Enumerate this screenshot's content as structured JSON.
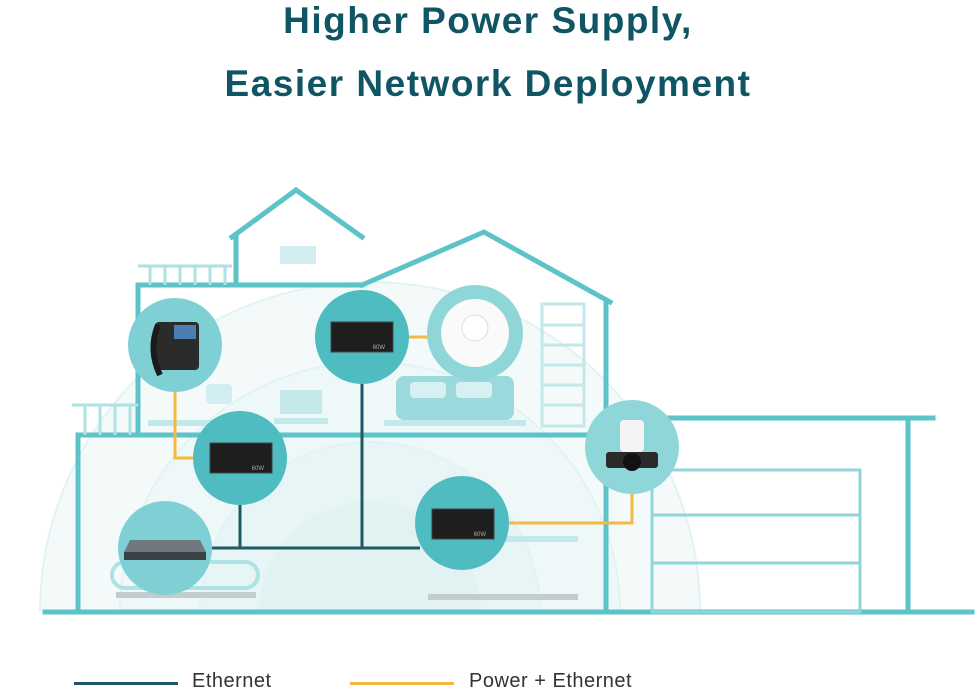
{
  "title": {
    "line1": "Higher Power Supply,",
    "line2": "Easier Network Deployment"
  },
  "device_labels": {
    "injector_wattage": "60W"
  },
  "legend": {
    "ethernet": "Ethernet",
    "power_ethernet": "Power + Ethernet"
  },
  "colors": {
    "title": "#0f5563",
    "house": "#5cc3c8",
    "bubble": "#4fbcc2",
    "ethernet": "#1f5963",
    "poe": "#f5b942"
  }
}
